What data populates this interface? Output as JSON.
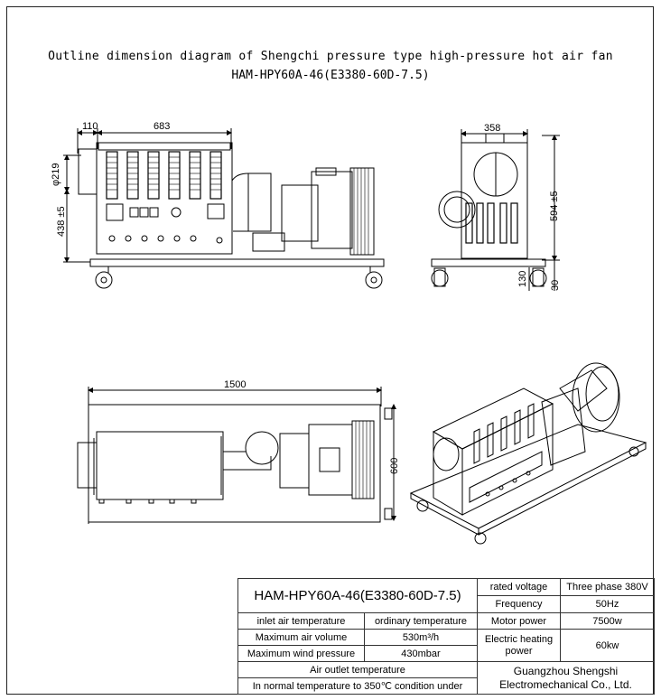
{
  "title": {
    "line1": "Outline dimension diagram of Shengchi pressure type high-pressure hot air fan",
    "line2": "HAM-HPY60A-46(E3380-60D-7.5)"
  },
  "dimensions": {
    "front_width": "110",
    "front_length": "683",
    "front_dia": "φ219",
    "front_height": "438 ±5",
    "side_width": "358",
    "side_height": "594 ±5",
    "side_130": "130",
    "side_30": "30",
    "top_length": "1500",
    "top_width": "600"
  },
  "spec_table": {
    "model": "HAM-HPY60A-46(E3380-60D-7.5)",
    "rated_voltage_label": "rated voltage",
    "rated_voltage_value": "Three phase 380V",
    "frequency_label": "Frequency",
    "frequency_value": "50Hz",
    "inlet_temp_label": "inlet air temperature",
    "inlet_temp_value": "ordinary temperature",
    "motor_power_label": "Motor power",
    "motor_power_value": "7500w",
    "max_air_volume_label": "Maximum air volume",
    "max_air_volume_value": "530m³/h",
    "heating_power_label": "Electric heating power",
    "heating_power_value": "60kw",
    "max_wind_pressure_label": "Maximum wind pressure",
    "max_wind_pressure_value": "430mbar",
    "outlet_temp_label": "Air outlet temperature",
    "outlet_temp_value": "In normal temperature to 350℃ condition under",
    "company": "Guangzhou Shengshi Electromechanical Co., Ltd."
  }
}
